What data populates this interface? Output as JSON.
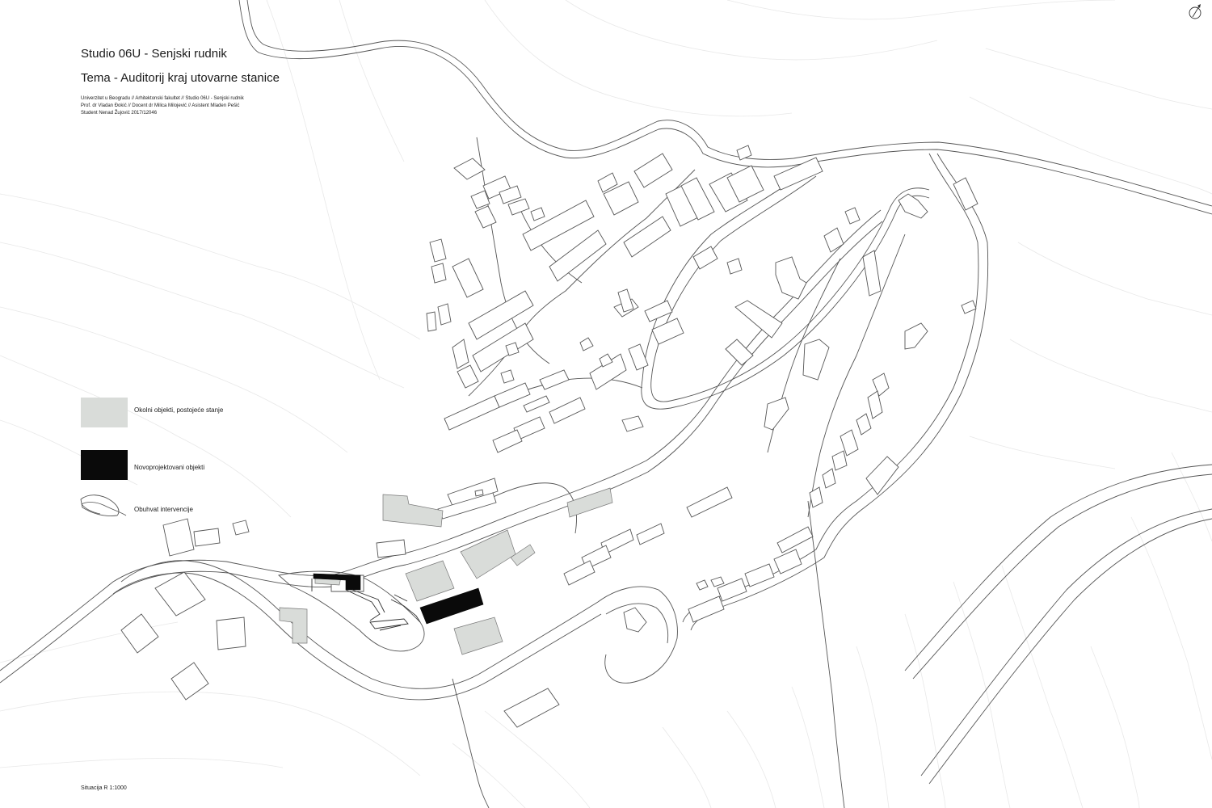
{
  "header": {
    "title": "Studio 06U - Senjski rudnik",
    "subtitle": "Tema - Auditorij kraj utovarne stanice",
    "info_line_1": "Univerzitet u Beogradu // Arhitektonski fakultet // Studio 06U - Senjski rudnik",
    "info_line_2": "Prof. dr Vladan Đokić // Docent dr Milica Milojević // Asistent Mladen Pešić",
    "info_line_3": "Student Nenad Žujović 2017/12046"
  },
  "legend": {
    "items": [
      {
        "label": "Okolni objekti, postojeće stanje",
        "color": "#d9dcd9"
      },
      {
        "label": "Novoprojektovani objekti",
        "color": "#0a0a0a"
      },
      {
        "label": "Obuhvat intervencije",
        "color": "#ffffff"
      }
    ]
  },
  "footer": {
    "scale_label": "Situacija R 1:1000"
  },
  "icons": {
    "north_arrow": "north-arrow-icon"
  },
  "colors": {
    "existing_fill": "#d9dcd9",
    "new_fill": "#0a0a0a",
    "line": "#555555",
    "contour": "#e6e6e6"
  }
}
